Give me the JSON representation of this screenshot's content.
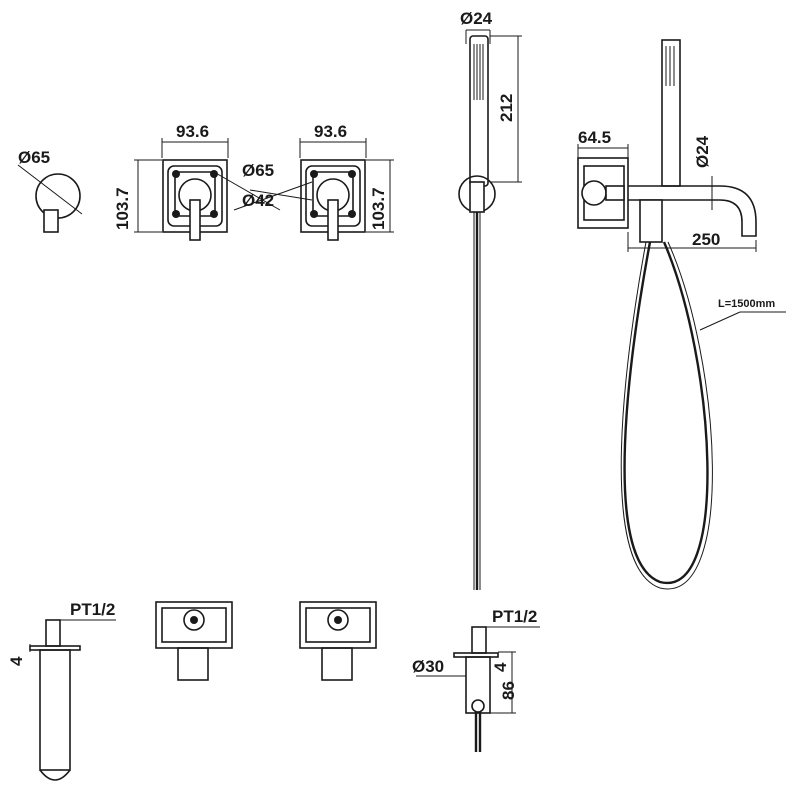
{
  "dimensions": {
    "spout_flange_dia": "Ø65",
    "valve_width_left": "93.6",
    "valve_width_right": "93.6",
    "valve_height_left": "103.7",
    "valve_height_right": "103.7",
    "escutcheon_dia": "Ø65",
    "escutcheon_inner_dia": "Ø42",
    "handshower_dia": "Ø24",
    "handshower_length": "212",
    "mixer_depth": "64.5",
    "spout_dia": "Ø24",
    "spout_reach": "250",
    "hose_length": "L=1500mm",
    "spout_thread": "PT1/2",
    "spout_flange_thk": "4",
    "outlet_thread": "PT1/2",
    "outlet_dia": "Ø30",
    "outlet_flange_thk": "4",
    "outlet_length": "86"
  }
}
